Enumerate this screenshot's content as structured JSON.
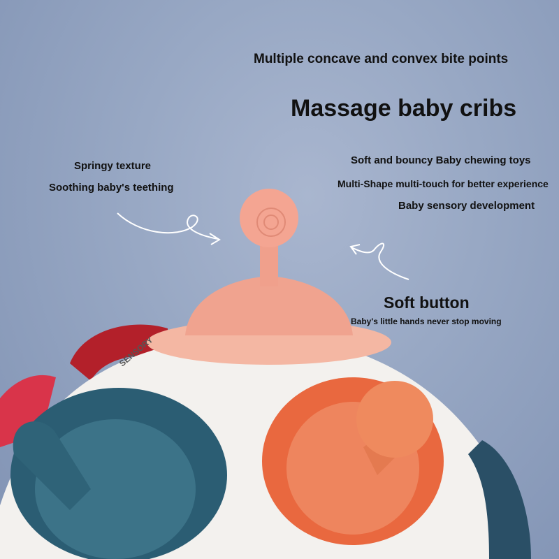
{
  "headline_top": "Multiple concave and convex bite points",
  "headline_main": "Massage baby cribs",
  "left_callout": {
    "line1": "Springy texture",
    "line2": "Soothing baby's teething"
  },
  "right_callout": {
    "line1": "Soft and bouncy Baby chewing toys",
    "line2": "Multi-Shape multi-touch for better experience",
    "line3": "Baby sensory development"
  },
  "button_callout": {
    "title": "Soft button",
    "subtitle": "Baby's little hands never stop moving"
  },
  "toy_print": "SENSORY",
  "colors": {
    "background": "#98a8c4",
    "peach": "#f2a08c",
    "orange": "#e9683f",
    "teal": "#2f5f73",
    "rope": "#b3202a"
  }
}
